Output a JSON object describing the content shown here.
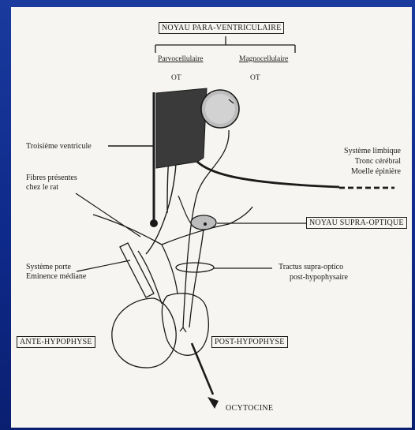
{
  "title": "NOYAU PARA-VENTRICULAIRE",
  "branches": {
    "parvo": "Parvocellulaire",
    "magno": "Magnocellulaire",
    "ot_left": "OT",
    "ot_right": "OT"
  },
  "labels": {
    "third_ventricle": "Troisième ventricule",
    "fibres": [
      "Fibres présentes",
      "chez le rat"
    ],
    "portal": [
      "Système porte",
      "Eminence médiane"
    ],
    "limbic": [
      "Système limbique",
      "Tronc cérébral",
      "Moelle épinière"
    ],
    "supraoptic": "NOYAU SUPRA-OPTIQUE",
    "tract": [
      "Tractus supra-optico",
      "post-hypophysaire"
    ],
    "ante": "ANTE-HYPOPHYSE",
    "post": "POST-HYPOPHYSE",
    "ocytocine": "OCYTOCINE"
  },
  "colors": {
    "background": "#0e2a8a",
    "page": "#f6f5f1",
    "ink": "#1a1a1a",
    "nucleus_dark": "#3a3a3a",
    "nucleus_grey": "#bdbdbd"
  }
}
